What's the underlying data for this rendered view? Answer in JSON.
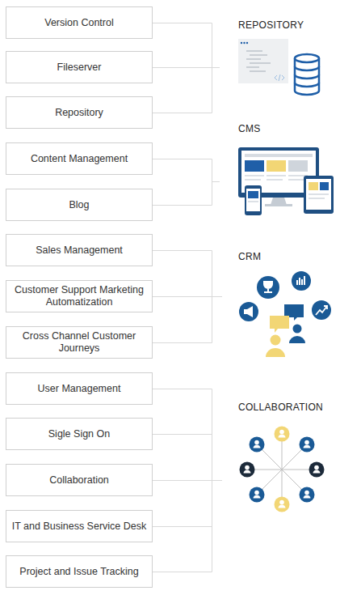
{
  "diagram": {
    "nodes": [
      {
        "text": [
          "Version Control"
        ]
      },
      {
        "text": [
          "Fileserver"
        ]
      },
      {
        "text": [
          "Repository"
        ]
      },
      {
        "text": [
          "Content Management"
        ]
      },
      {
        "text": [
          "Blog"
        ]
      },
      {
        "text": [
          "Sales Management"
        ]
      },
      {
        "text": [
          "Customer Support Marketing Automatization"
        ]
      },
      {
        "text": [
          "Cross Channel Customer Journeys"
        ]
      },
      {
        "text": [
          "User Management"
        ]
      },
      {
        "text": [
          "Sigle Sign On"
        ]
      },
      {
        "text": [
          "Collaboration"
        ]
      },
      {
        "text": [
          "IT and Business Service Desk"
        ]
      },
      {
        "text": [
          "Project and Issue Tracking"
        ]
      }
    ],
    "labels": [
      "REPOSITORY",
      "CMS",
      "CRM",
      "COLLABORATION"
    ]
  }
}
